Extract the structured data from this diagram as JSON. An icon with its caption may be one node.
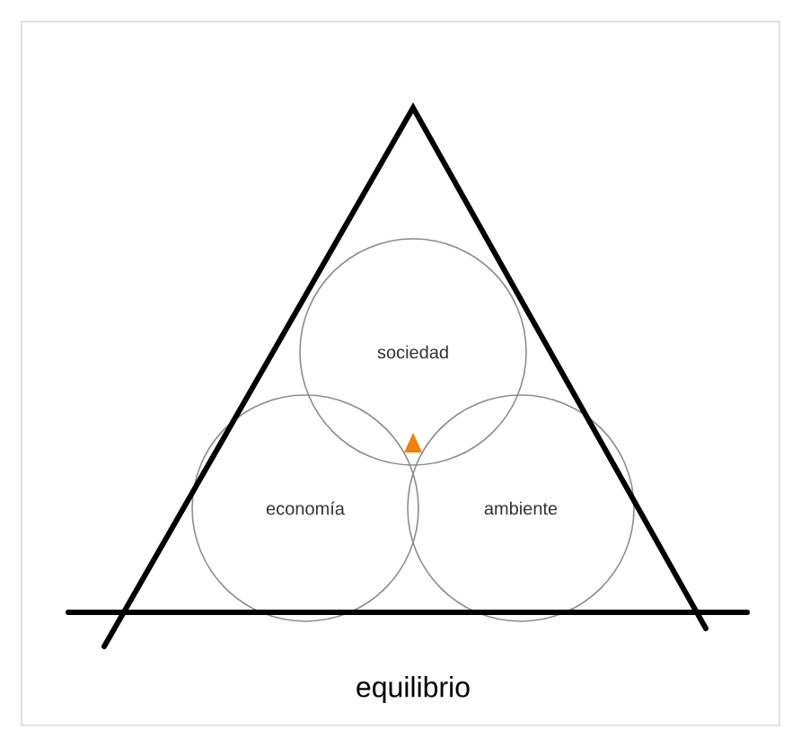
{
  "diagram": {
    "caption": "equilibrio",
    "nodes": [
      {
        "text": [
          "sociedad"
        ]
      },
      {
        "text": [
          "economía"
        ]
      },
      {
        "text": [
          "ambiente"
        ]
      }
    ]
  }
}
